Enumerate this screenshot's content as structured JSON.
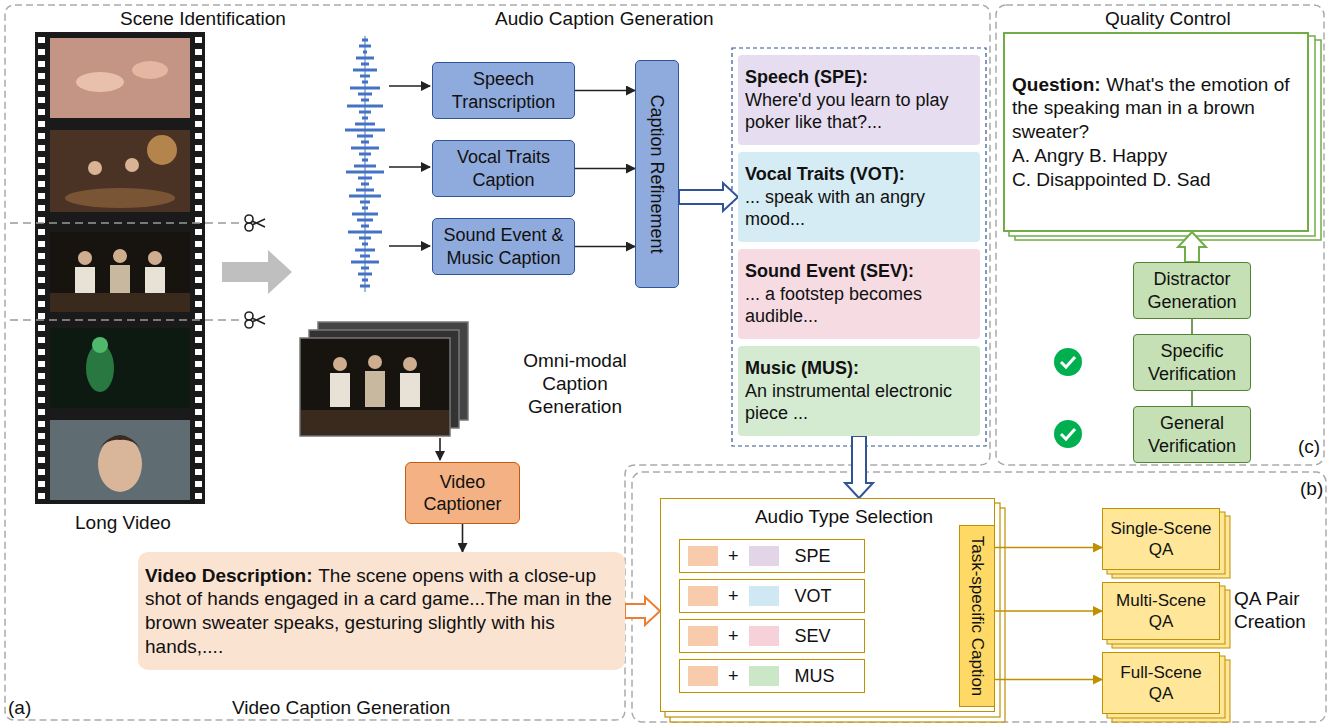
{
  "diagram": {
    "nodes": [
      {
        "text": [
          "Speech Transcription"
        ]
      },
      {
        "text": [
          "Vocal Traits Caption"
        ]
      },
      {
        "text": [
          "Sound Event & Music Caption"
        ]
      },
      {
        "text": [
          "Caption Refinement"
        ]
      },
      {
        "text": [
          "Speech (SPE):",
          "Where'd you learn to play poker like that?..."
        ]
      },
      {
        "text": [
          "Vocal Traits (VOT):",
          "... speak with an angry mood..."
        ]
      },
      {
        "text": [
          "Sound Event (SEV):",
          "... a footstep becomes audible..."
        ]
      },
      {
        "text": [
          "Music (MUS):",
          "An instrumental electronic piece ..."
        ]
      },
      {
        "text": [
          "Video Captioner"
        ]
      },
      {
        "text": [
          "Video Description:",
          "The scene opens with a close-up shot of hands engaged in a card game...The man in the brown sweater speaks, gesturing slightly with his hands,...."
        ]
      },
      {
        "text": [
          "Question:",
          "What's the emotion of the speaking man in a brown sweater?",
          "A. Angry B. Happy",
          "C. Disappointed D. Sad"
        ]
      },
      {
        "text": [
          "Distractor Generation"
        ]
      },
      {
        "text": [
          "Specific Verification"
        ]
      },
      {
        "text": [
          "General Verification"
        ]
      },
      {
        "text": [
          "Audio Type Selection"
        ]
      },
      {
        "text": [
          "+",
          "SPE"
        ],
        "in": 14
      },
      {
        "text": [
          "+",
          "VOT"
        ],
        "in": 14
      },
      {
        "text": [
          "+",
          "SEV"
        ],
        "in": 14
      },
      {
        "text": [
          "+",
          "MUS"
        ],
        "in": 14
      },
      {
        "text": [
          "Task-specific Caption"
        ],
        "in": 14
      },
      {
        "text": [
          "Single-Scene QA"
        ]
      },
      {
        "text": [
          "Multi-Scene QA"
        ]
      },
      {
        "text": [
          "Full-Scene QA"
        ]
      }
    ],
    "edges": [
      {
        "from": 0,
        "to": 3,
        "arrow": "to"
      },
      {
        "from": 1,
        "to": 3,
        "arrow": "to"
      },
      {
        "from": 2,
        "to": 3,
        "arrow": "to"
      },
      {
        "from": 3,
        "to": 5,
        "arrow": "to"
      },
      {
        "from": 7,
        "to": 14,
        "arrow": "to"
      },
      {
        "from": 8,
        "to": 9,
        "arrow": "to"
      },
      {
        "from": 9,
        "to": 14,
        "arrow": "to"
      },
      {
        "from": 15,
        "to": 19,
        "arrow": "to"
      },
      {
        "from": 16,
        "to": 19,
        "arrow": "to"
      },
      {
        "from": 17,
        "to": 19,
        "arrow": "to"
      },
      {
        "from": 18,
        "to": 19,
        "arrow": "to"
      },
      {
        "from": 19,
        "to": 20,
        "arrow": "to"
      },
      {
        "from": 19,
        "to": 21,
        "arrow": "to"
      },
      {
        "from": 19,
        "to": 22,
        "arrow": "to"
      },
      {
        "from": 11,
        "to": 10,
        "arrow": "to"
      },
      {
        "from": 13,
        "to": 12,
        "arrow": "none"
      },
      {
        "from": 12,
        "to": 11,
        "arrow": "none"
      }
    ],
    "labels": [
      "Scene Identification",
      "Audio Caption Generation",
      "Long Video",
      "Omni-modal Caption Generation",
      "Video Caption Generation",
      "(a)",
      "Quality Control",
      "(c)",
      "(b)",
      "QA Pair Creation"
    ]
  }
}
